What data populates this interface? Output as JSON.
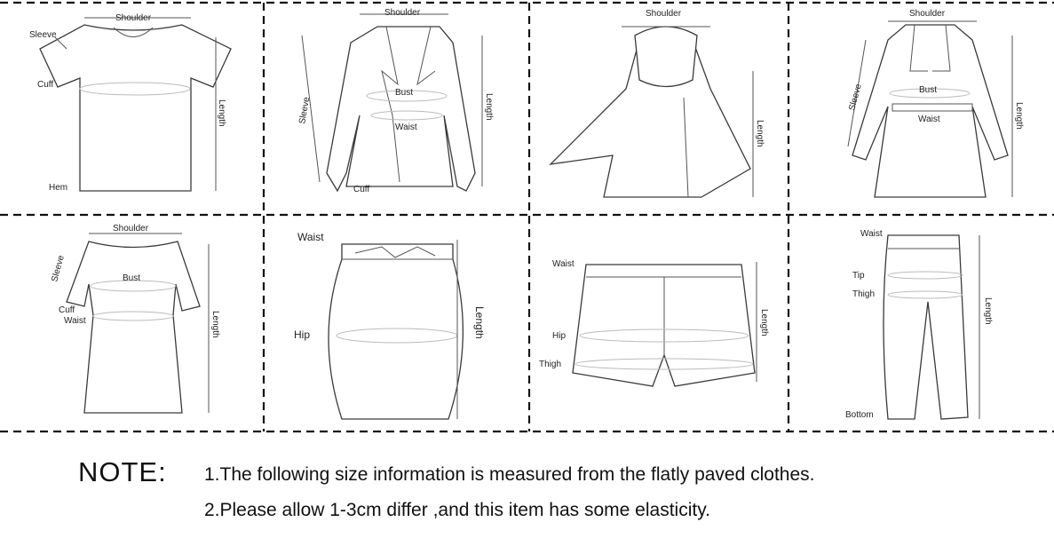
{
  "cells": [
    {
      "garment": "t-shirt",
      "labels": {
        "shoulder": "Shoulder",
        "sleeve": "Sleeve",
        "cuff": "Cuff",
        "hem": "Hem",
        "length": "Length"
      }
    },
    {
      "garment": "jacket",
      "labels": {
        "shoulder": "Shoulder",
        "sleeve": "Sleeve",
        "bust": "Bust",
        "waist": "Waist",
        "cuff": "Cuff",
        "length": "Length"
      }
    },
    {
      "garment": "cape",
      "labels": {
        "shoulder": "Shoulder",
        "length": "Length"
      }
    },
    {
      "garment": "coat",
      "labels": {
        "shoulder": "Shoulder",
        "sleeve": "Sleeve",
        "bust": "Bust",
        "waist": "Waist",
        "length": "Length"
      }
    },
    {
      "garment": "dress",
      "labels": {
        "shoulder": "Shoulder",
        "sleeve": "Sleeve",
        "bust": "Bust",
        "cuff": "Cuff",
        "waist": "Waist",
        "length": "Length"
      }
    },
    {
      "garment": "skirt",
      "labels": {
        "waist": "Waist",
        "hip": "Hip",
        "length": "Length"
      }
    },
    {
      "garment": "shorts",
      "labels": {
        "waist": "Waist",
        "hip": "Hip",
        "thigh": "Thigh",
        "length": "Length"
      }
    },
    {
      "garment": "pants",
      "labels": {
        "waist": "Waist",
        "tip": "Tip",
        "thigh": "Thigh",
        "bottom": "Bottom",
        "length": "Length"
      }
    }
  ],
  "note": {
    "heading": "NOTE:",
    "line1": "1.The following size information is measured from the flatly paved clothes.",
    "line2": "2.Please allow 1-3cm differ ,and this item has some elasticity."
  }
}
